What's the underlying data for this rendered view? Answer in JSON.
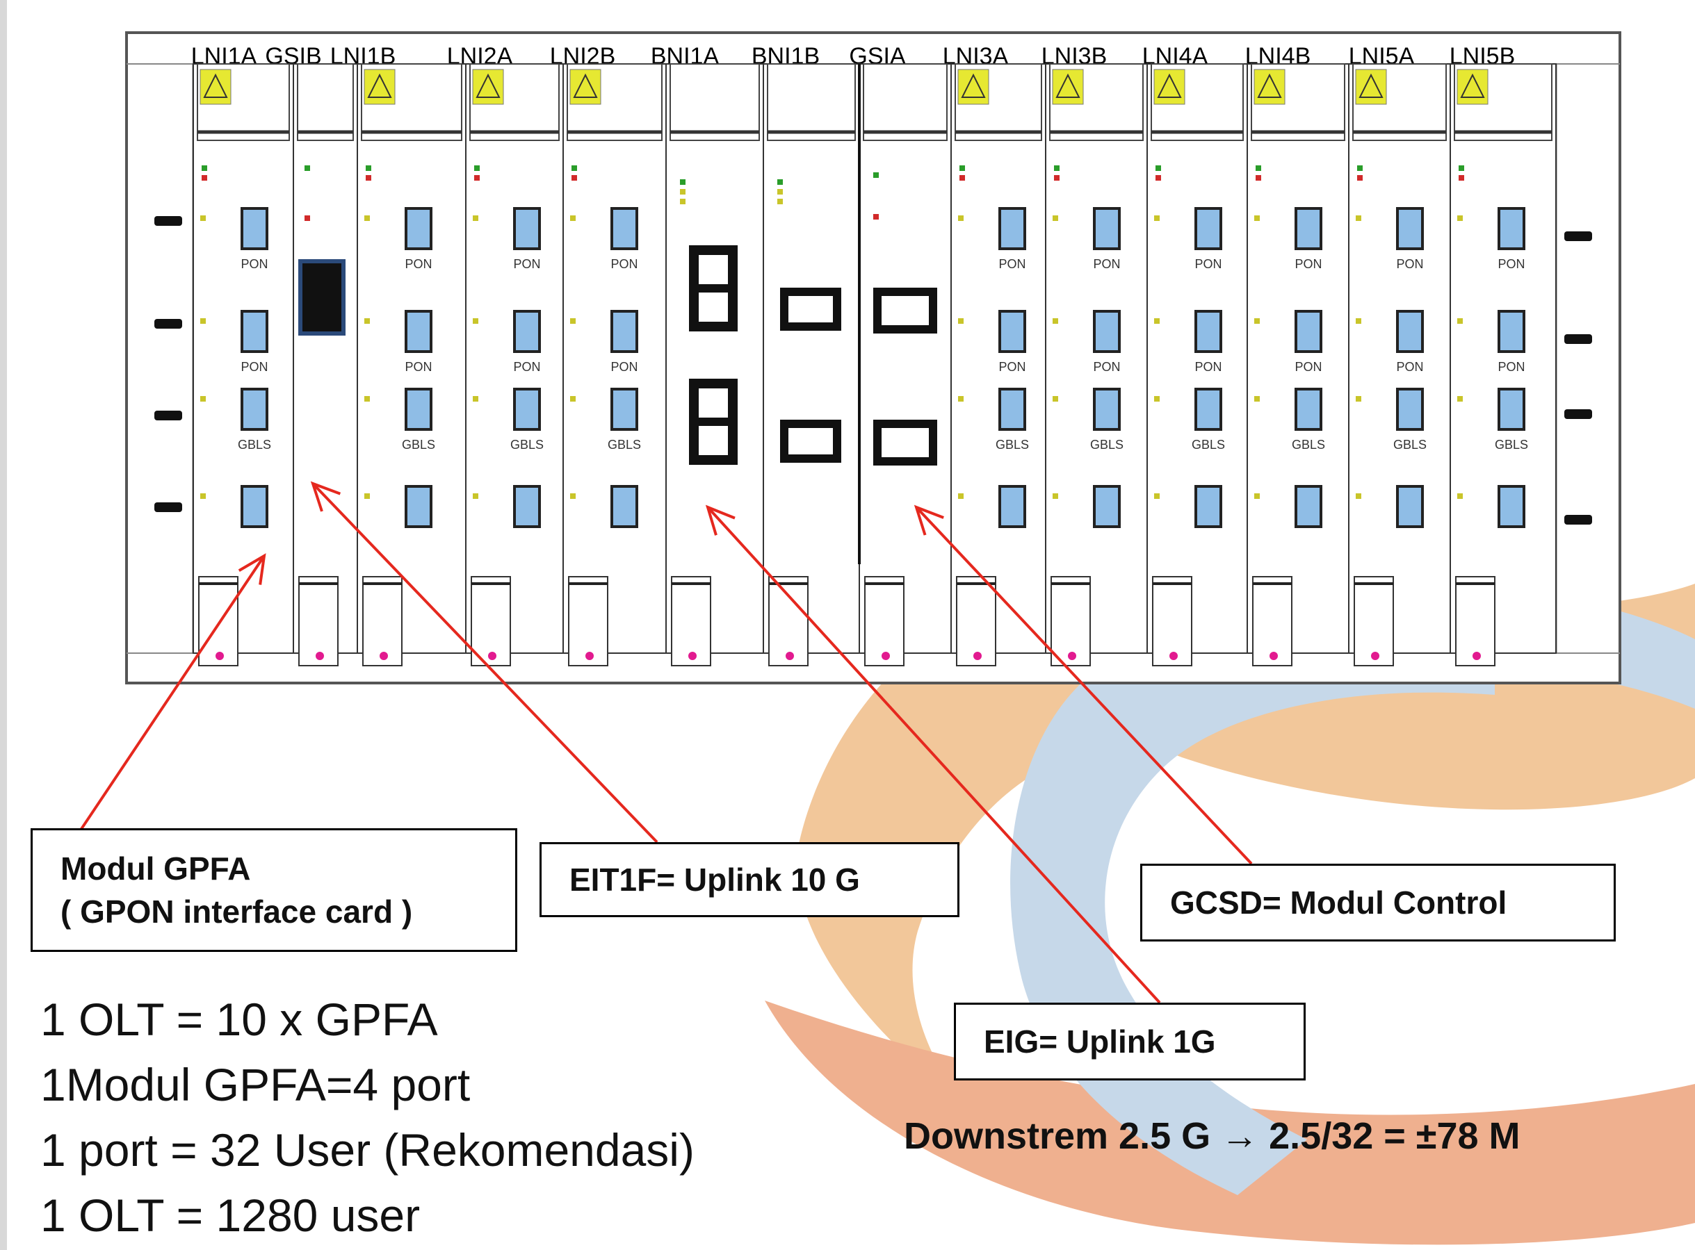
{
  "rack": {
    "slot_labels": [
      "LNI1A",
      "GSIB",
      "LNI1B",
      "LNI2A",
      "LNI2B",
      "BNI1A",
      "BNI1B",
      "GSIA",
      "LNI3A",
      "LNI3B",
      "LNI4A",
      "LNI4B",
      "LNI5A",
      "LNI5B"
    ],
    "port_labels": {
      "pon": "PON",
      "gbls": "GBLS"
    }
  },
  "callouts": {
    "gpfa": {
      "line1": "Modul GPFA",
      "line2": "( GPON interface card )"
    },
    "eit1f": {
      "text": "EIT1F=  Uplink 10 G"
    },
    "gcsd": {
      "text": "GCSD=  Modul Control"
    },
    "eig": {
      "text": "EIG=  Uplink 1G"
    }
  },
  "notes": {
    "line1": "1 OLT = 10 x GPFA",
    "line2": "1Modul GPFA=4 port",
    "line3": "1 port = 32 User (Rekomendasi)",
    "line4": "1 OLT = 1280 user"
  },
  "downstream": "Downstrem 2.5 G → 2.5/32 = ±78 M",
  "colors": {
    "arrow": "#e5281e",
    "swirl_orange": "#f2c79a",
    "swirl_blue": "#c6d8e9",
    "port_blue": "#8fbde6",
    "warning_yellow": "#e6e832"
  }
}
